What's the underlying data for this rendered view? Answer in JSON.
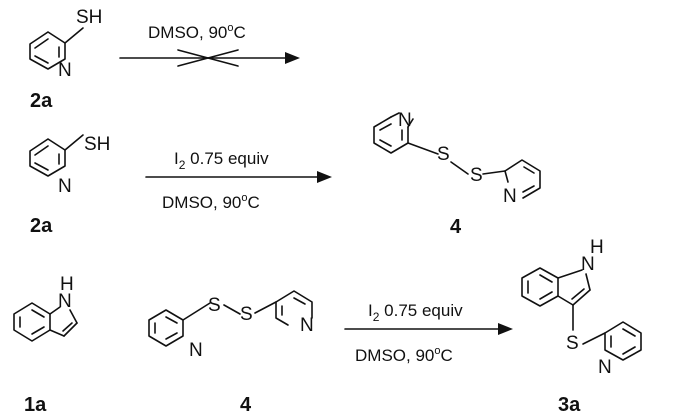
{
  "reactions": [
    {
      "condition": "DMSO,  90",
      "temp_unit": "C",
      "blocked": true,
      "reactant_label": "2a",
      "reactant_group": "SH",
      "reactant_atom": "N"
    },
    {
      "reagent_symbol": "I",
      "reagent_sub": "2",
      "reagent_amount": " 0.75 equiv",
      "condition": "DMSO,  90",
      "temp_unit": "C",
      "reactant_label": "2a",
      "reactant_group": "SH",
      "reactant_atom": "N",
      "product_label": "4",
      "product_atoms": {
        "n_top": "N",
        "s1": "S",
        "s2": "S",
        "n_bottom": "N"
      }
    },
    {
      "reagent_symbol": "I",
      "reagent_sub": "2",
      "reagent_amount": " 0.75 equiv",
      "condition": "DMSO,  90",
      "temp_unit": "C",
      "reactant1_label": "1a",
      "reactant1_atom": "N",
      "reactant1_h": "H",
      "reactant2_label": "4",
      "reactant2_atoms": {
        "s1": "S",
        "s2": "S",
        "n_left": "N",
        "n_right": "N"
      },
      "product_label": "3a",
      "product_atoms": {
        "n_top": "N",
        "h": "H",
        "s": "S",
        "n_pyr": "N"
      }
    }
  ],
  "degree_symbol": "o"
}
